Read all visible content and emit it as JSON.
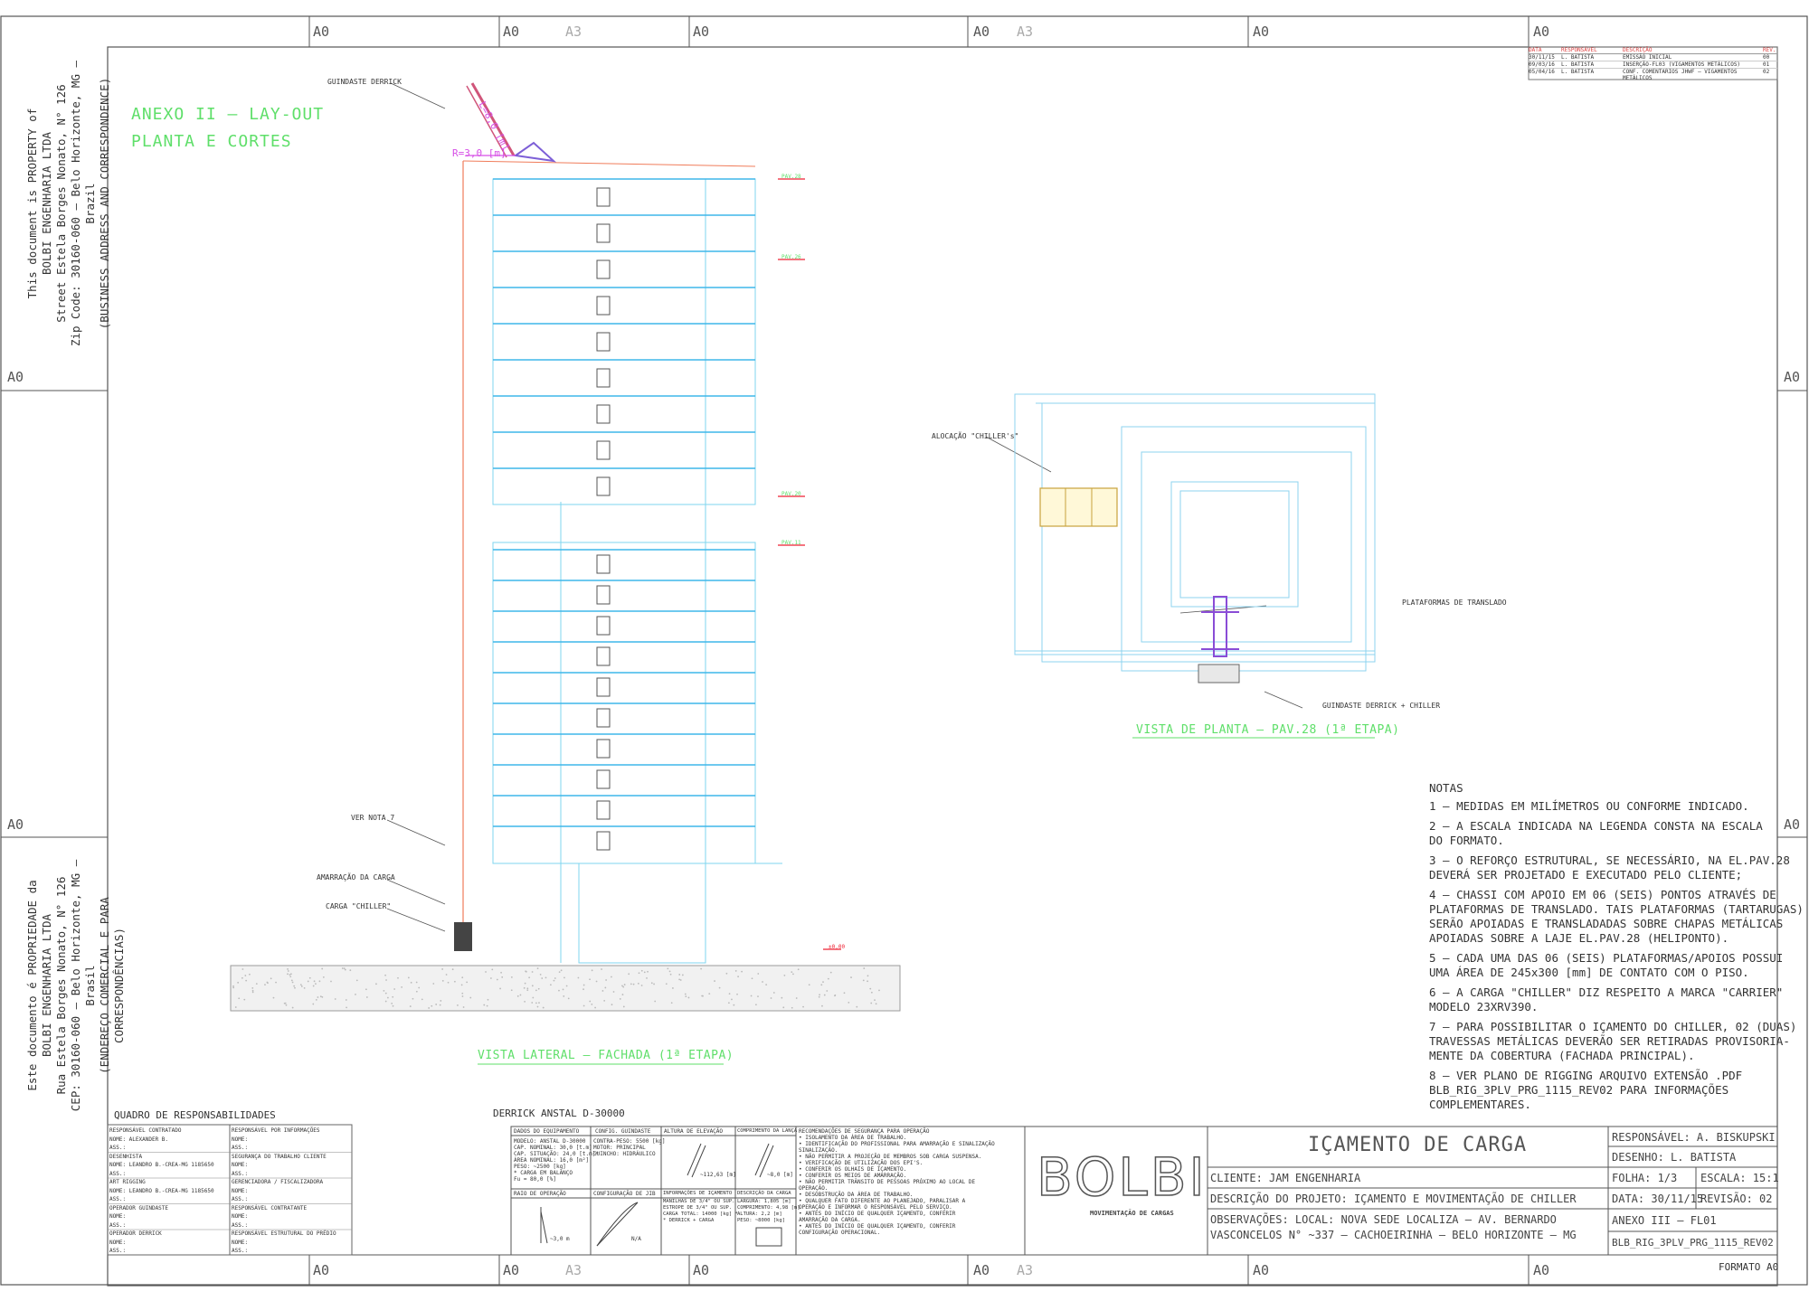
{
  "zones": {
    "top": [
      "A0",
      "A0",
      "A3",
      "A0",
      "A0",
      "A3",
      "A0",
      "A0"
    ],
    "bottom": [
      "A0",
      "A0",
      "A3",
      "A0",
      "A0",
      "A3",
      "A0",
      "A0"
    ],
    "left": [
      "A0",
      "A0"
    ],
    "right": [
      "A0",
      "A0"
    ]
  },
  "property_en": [
    "This document is PROPERTY of",
    "BOLBI ENGENHARIA LTDA",
    "Street Estela Borges Nonato, N° 126",
    "Zip Code: 30160-060 – Belo Horizonte, MG – Brazil",
    "(BUSINESS ADDRESS AND CORRESPONDENCE)"
  ],
  "property_pt": [
    "Este documento é PROPRIEDADE da",
    "BOLBI ENGENHARIA LTDA",
    "Rua Estela Borges Nonato, N° 126",
    "CEP: 30160-060 – Belo Horizonte, MG – Brasil",
    "(ENDEREÇO COMERCIAL E PARA CORRESPONDÊNCIAS)"
  ],
  "annex_title": [
    "ANEXO II – LAY-OUT",
    "PLANTA E CORTES"
  ],
  "revisions": {
    "headers": [
      "DATA",
      "RESPONSÁVEL",
      "DESCRIÇÃO",
      "REV."
    ],
    "rows": [
      [
        "30/11/15",
        "L. BATISTA",
        "EMISSÃO INICIAL",
        "00"
      ],
      [
        "09/03/16",
        "L. BATISTA",
        "INSERÇÃO-FL03 (VIGAMENTOS METÁLICOS)",
        "01"
      ],
      [
        "05/04/16",
        "L. BATISTA",
        "CONF. COMENTÁRIOS JHWF – VIGAMENTOS METÁLICOS",
        "02"
      ]
    ]
  },
  "crane": {
    "label": "GUINDASTE DERRICK",
    "length": "L=8,0 [m]",
    "radius": "R=3,0 [m]"
  },
  "levels": {
    "pav28": "PAV.28",
    "pav26": "PAV.26",
    "pav20": "PAV.20",
    "pav11": "PAV.11",
    "ground": "±0,00"
  },
  "labels": {
    "ver_nota": "VER NOTA 7",
    "amarracao": "AMARRAÇÃO DA CARGA",
    "carga": "CARGA \"CHILLER\"",
    "alocacao": "ALOCAÇÃO \"CHILLER's\"",
    "plataformas": "PLATAFORMAS DE TRANSLADO",
    "guind_chiller": "GUINDASTE DERRICK + CHILLER"
  },
  "view_titles": {
    "lateral": "VISTA LATERAL – FACHADA  (1ª ETAPA)",
    "planta": "VISTA DE PLANTA – PAV.28 (1ª ETAPA)"
  },
  "notes": {
    "heading": "NOTAS",
    "items": [
      [
        "1 – MEDIDAS EM MILÍMETROS OU CONFORME INDICADO."
      ],
      [
        "2 – A ESCALA INDICADA NA LEGENDA CONSTA NA ESCALA",
        "DO FORMATO."
      ],
      [
        "3 – O REFORÇO ESTRUTURAL, SE NECESSÁRIO, NA EL.PAV.28",
        "DEVERÁ SER PROJETADO E EXECUTADO PELO CLIENTE;"
      ],
      [
        "4 – CHASSI COM APOIO EM 06 (SEIS) PONTOS ATRAVÉS DE",
        "PLATAFORMAS DE TRANSLADO. TAIS PLATAFORMAS (TARTARUGAS)",
        "SERÃO APOIADAS E TRANSLADADAS SOBRE CHAPAS METÁLICAS",
        "APOIADAS SOBRE A LAJE EL.PAV.28 (HELIPONTO)."
      ],
      [
        "5 – CADA UMA DAS 06 (SEIS) PLATAFORMAS/APOIOS POSSUI",
        "UMA ÁREA DE 245x300 [mm] DE CONTATO COM O PISO."
      ],
      [
        "6 – A CARGA \"CHILLER\" DIZ RESPEITO A MARCA \"CARRIER\"",
        "MODELO 23XRV390."
      ],
      [
        "7 – PARA POSSIBILITAR O IÇAMENTO DO CHILLER, 02 (DUAS)",
        "TRAVESSAS METÁLICAS DEVERÃO SER RETIRADAS PROVISORIA-",
        "MENTE DA COBERTURA (FACHADA PRINCIPAL)."
      ],
      [
        "8 – VER PLANO DE RIGGING ARQUIVO EXTENSÃO .PDF",
        "BLB_RIG_3PLV_PRG_1115_REV02 PARA INFORMAÇÕES",
        "COMPLEMENTARES."
      ]
    ]
  },
  "responsibilities": {
    "title": "QUADRO DE RESPONSABILIDADES",
    "rows": [
      [
        "RESPONSÁVEL CONTRATADO",
        "RESPONSÁVEL POR INFORMAÇÕES"
      ],
      [
        "NOME: ALEXANDER B.",
        "NOME:"
      ],
      [
        "ASS.:",
        "ASS.:"
      ],
      [
        "DESENHISTA",
        "SEGURANÇA DO TRABALHO CLIENTE"
      ],
      [
        "NOME: LEANDRO B.-CREA-MG 1185650",
        "NOME:"
      ],
      [
        "ASS.:",
        "ASS.:"
      ],
      [
        "ART RIGGING",
        "GERENCIADORA / FISCALIZADORA"
      ],
      [
        "NOME: LEANDRO B.-CREA-MG 1185650",
        "NOME:"
      ],
      [
        "ASS.:",
        "ASS.:"
      ],
      [
        "OPERADOR GUINDASTE",
        "RESPONSÁVEL CONTRATANTE"
      ],
      [
        "NOME:",
        "NOME:"
      ],
      [
        "ASS.:",
        "ASS.:"
      ],
      [
        "OPERADOR DERRICK",
        "RESPONSÁVEL ESTRUTURAL DO PRÉDIO"
      ],
      [
        "NOME:",
        "NOME:"
      ],
      [
        "ASS.:",
        "ASS.:"
      ]
    ]
  },
  "derrick": {
    "title": "DERRICK ANSTAL D-30000",
    "h_dados": "DADOS DO EQUIPAMENTO",
    "h_config": "CONFIG. GUINDASTE",
    "h_altura": "ALTURA DE ELEVAÇÃO",
    "h_comp": "COMPRIMENTO DA LANÇA",
    "dados": [
      "MODELO: ANSTAL D-30000",
      "CAP. NOMINAL: 30,0 [t.m]",
      "CAP. SITUAÇÃO: 24,0 [t.m]*",
      "ÁREA NOMINAL: 16,0 [m²]",
      "PESO: ~2500 [kg]",
      "* CARGA EM BALANÇO",
      "  Fu = 80,0 [%]"
    ],
    "config": [
      "CONTRA-PESO: 5500 [kg]",
      "MOTOR: PRINCIPAL",
      "GUINCHO: HIDRÁULICO"
    ],
    "altura_val": "~112,63 [m]",
    "comp_val": "~8,0 [m]",
    "h_raio": "RAIO DE OPERAÇÃO",
    "h_jib": "CONFIGURAÇÃO DE JIB",
    "h_info": "INFORMAÇÕES DE IÇAMENTO",
    "h_desc": "DESCRIÇÃO DA CARGA",
    "raio_val": "~3,0 m",
    "jib_val": "N/A",
    "info": [
      "MANILHAS DE 3/4\" OU SUP.",
      "ESTROPE DE 3/4\" OU SUP.",
      "CARGA TOTAL: 14000 [kg] *",
      "* DERRICK + CARGA"
    ],
    "desc": [
      "LARGURA: 1,805 [m]",
      "COMPRIMENTO: 4,98 [m]",
      "ALTURA: 2,2 [m]",
      "PESO: ~8000 [kg]"
    ]
  },
  "safety": {
    "title": "RECOMENDAÇÕES DE SEGURANÇA PARA OPERAÇÃO",
    "items": [
      "• ISOLAMENTO DA ÁREA DE TRABALHO.",
      "• IDENTIFICAÇÃO DO PROFISSIONAL PARA AMARRAÇÃO E SINALIZAÇÃO",
      "SINALIZAÇÃO.",
      "• NÃO PERMITIR A PROJEÇÃO DE MEMBROS SOB CARGA SUSPENSA.",
      "• VERIFICAÇÃO DE UTILIZAÇÃO DOS EPI'S.",
      "• CONFERIR OS OLHAIS DE IÇAMENTO.",
      "• CONFERIR OS MEIOS DE AMARRAÇÃO.",
      "• NÃO PERMITIR TRÂNSITO DE PESSOAS PRÓXIMO AO LOCAL DE",
      "OPERAÇÃO.",
      "• DESOBSTRUÇÃO DA ÁREA DE TRABALHO.",
      "• QUALQUER FATO DIFERENTE AO PLANEJADO, PARALISAR A",
      "OPERAÇÃO E INFORMAR O RESPONSÁVEL PELO SERVIÇO.",
      "• ANTES DO INÍCIO DE QUALQUER IÇAMENTO, CONFERIR",
      "AMARRAÇÃO DA CARGA.",
      "• ANTES DO INÍCIO DE QUALQUER IÇAMENTO, CONFERIR",
      "CONFIGURAÇÃO OPERACIONAL."
    ]
  },
  "logo": {
    "text": "BOLBI",
    "sub": "MOVIMENTAÇÃO DE CARGAS"
  },
  "title_block": {
    "title": "IÇAMENTO DE CARGA",
    "cliente": "CLIENTE: JAM ENGENHARIA",
    "descricao": "DESCRIÇÃO DO PROJETO: IÇAMENTO E MOVIMENTAÇÃO DE CHILLER",
    "obs1": "OBSERVAÇÕES: LOCAL: NOVA SEDE LOCALIZA – AV. BERNARDO",
    "obs2": "VASCONCELOS N° ~337 – CACHOEIRINHA – BELO HORIZONTE – MG",
    "responsavel": "RESPONSÁVEL: A. BISKUPSKI",
    "desenho": "DESENHO: L. BATISTA",
    "folha": "FOLHA: 1/3",
    "escala": "ESCALA: 15:1",
    "data": "DATA: 30/11/15",
    "revisao": "REVISÃO: 02",
    "anexo": "ANEXO III – FL01",
    "arquivo": "BLB_RIG_3PLV_PRG_1115_REV02"
  },
  "formato": "FORMATO A0"
}
